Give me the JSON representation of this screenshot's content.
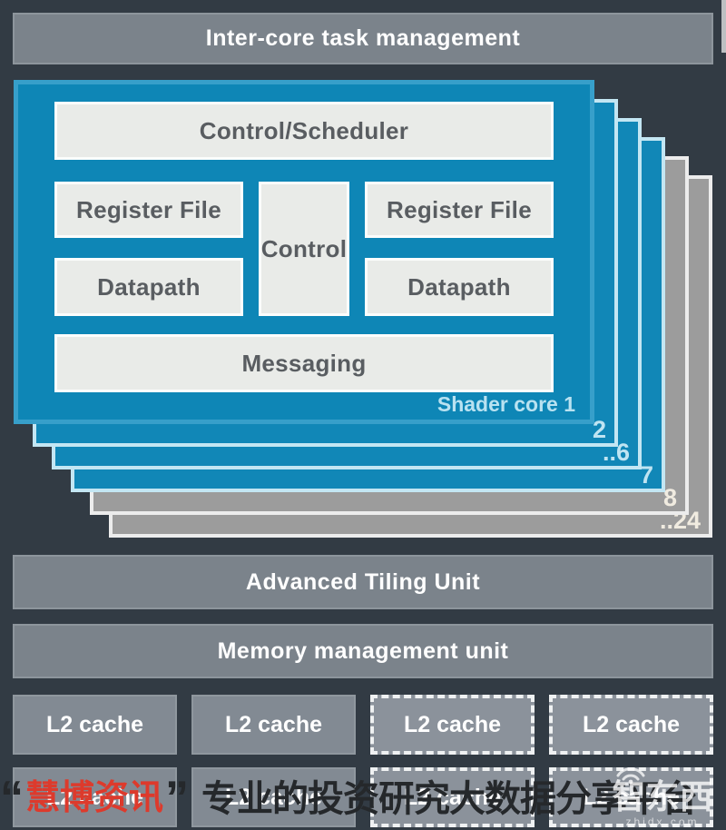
{
  "header": {
    "title": "Inter-core task management"
  },
  "shader_stack": {
    "front_label": "Shader core 1",
    "blocks": {
      "control_scheduler": "Control/Scheduler",
      "register_file_left": "Register File",
      "control_center": "Control",
      "register_file_right": "Register File",
      "datapath_left": "Datapath",
      "datapath_right": "Datapath",
      "messaging": "Messaging"
    },
    "behind_cards": [
      {
        "label": "2",
        "color": "blue"
      },
      {
        "label": "..6",
        "color": "blue"
      },
      {
        "label": "7",
        "color": "blue"
      },
      {
        "label": "8",
        "color": "gray"
      },
      {
        "label": "..24",
        "color": "gray"
      }
    ]
  },
  "units": {
    "tiling": "Advanced Tiling Unit",
    "mmu": "Memory management unit"
  },
  "l2_caches": {
    "row1": [
      {
        "label": "L2 cache",
        "border": "solid"
      },
      {
        "label": "L2 cache",
        "border": "solid"
      },
      {
        "label": "L2 cache",
        "border": "dashed"
      },
      {
        "label": "L2 cache",
        "border": "dashed"
      }
    ],
    "row2": [
      {
        "label": "L2 cache",
        "border": "solid"
      },
      {
        "label": "L2 cache",
        "border": "solid"
      },
      {
        "label": "L2 cache",
        "border": "dashed"
      },
      {
        "label": "L2 cache",
        "border": "dashed"
      }
    ]
  },
  "watermark": {
    "open_quote": "“",
    "brand": "慧博资讯",
    "close_quote": "”",
    "tagline": "专业的投资研究大数据分享平台"
  },
  "logo": {
    "icon": "wifi-icon",
    "wordmark": "智东西",
    "domain": "zhidx.com"
  },
  "colors": {
    "background": "#323b44",
    "bar_gray": "#7b838b",
    "core_blue": "#0e86b6",
    "core_blue_border": "#379fca",
    "card_edge_light": "#c3e6f3",
    "gray_card": "#9c9c9c",
    "block_fill": "#e9ebe8",
    "block_text": "#595d61",
    "label_light_blue": "#b9e2f1",
    "l2_gray": "#828a93",
    "watermark_red": "#dd3a2c",
    "watermark_dark": "#25282b"
  }
}
